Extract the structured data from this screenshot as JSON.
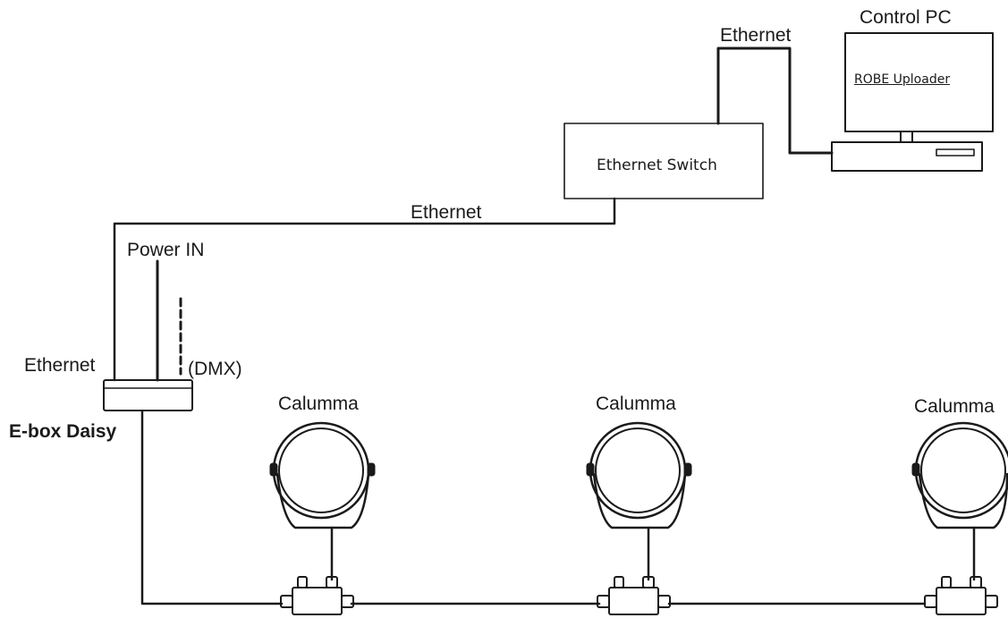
{
  "labels": {
    "control_pc": "Control PC",
    "robe_uploader": "ROBE Uploader",
    "ethernet_top": "Ethernet",
    "ethernet_switch": "Ethernet Switch",
    "ethernet_mid": "Ethernet",
    "power_in": "Power IN",
    "ethernet_left": "Ethernet",
    "dmx": "(DMX)",
    "ebox": "E-box Daisy",
    "fixtures": [
      "Calumma",
      "Calumma",
      "Calumma"
    ]
  },
  "colors": {
    "line": "#1a1a1a",
    "background": "#ffffff"
  }
}
